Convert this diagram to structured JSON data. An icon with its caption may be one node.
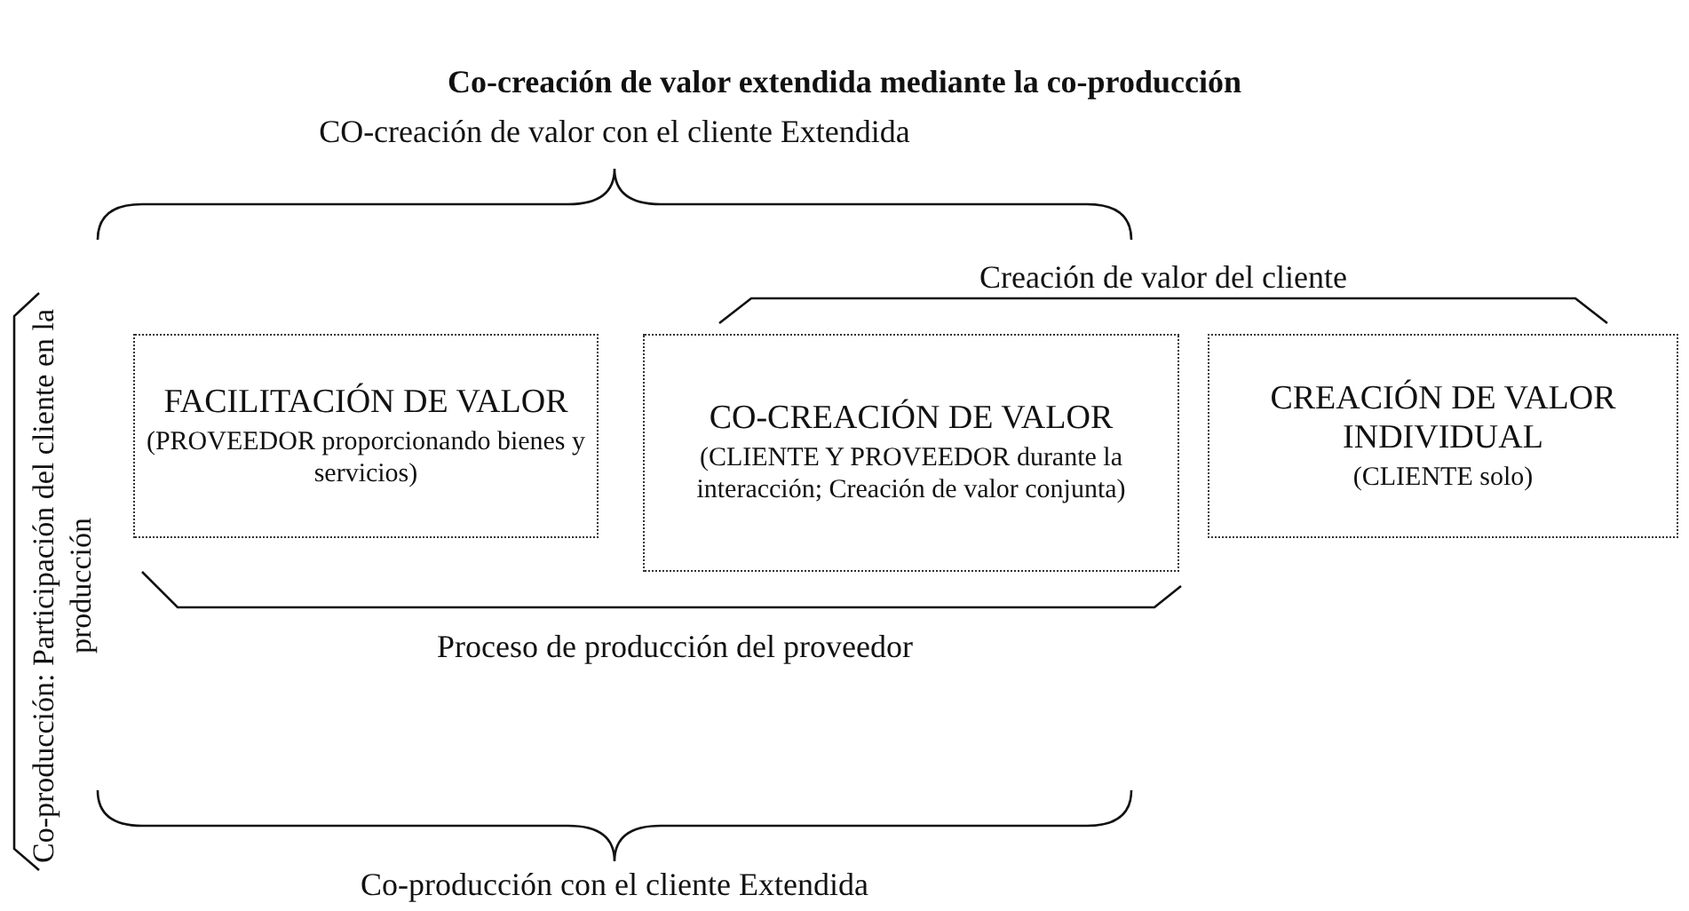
{
  "diagram": {
    "title": "Co-creación de valor extendida mediante la co-producción",
    "nodes": [
      {
        "text": [
          "FACILITACIÓN DE VALOR",
          "(PROVEEDOR proporcionando bienes y servicios)"
        ]
      },
      {
        "text": [
          "CO-CREACIÓN DE VALOR",
          "(CLIENTE Y PROVEEDOR durante la interacción; Creación de valor conjunta)"
        ]
      },
      {
        "text": [
          "CREACIÓN DE VALOR INDIVIDUAL",
          "(CLIENTE solo)"
        ]
      }
    ],
    "edges": [],
    "labels": [
      "CO-creación de valor con el cliente Extendida",
      "Creación de valor del cliente",
      "Proceso de producción del proveedor",
      "Co-producción: Participación del cliente en la producción",
      "Co-producción con el cliente Extendida"
    ]
  }
}
